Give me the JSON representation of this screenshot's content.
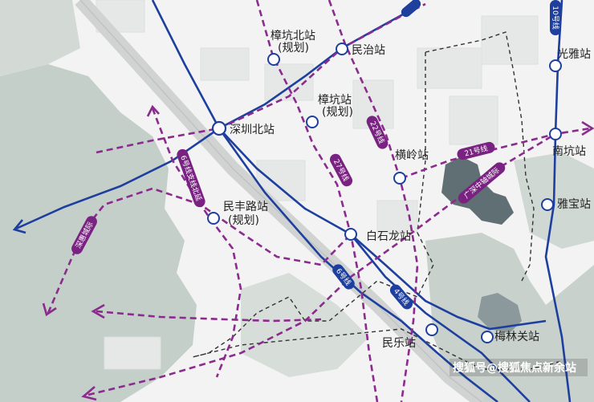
{
  "stations": {
    "zhangkengbei": "樟坑北站",
    "zhangkengbei_note": "(规划)",
    "minzhi": "民治站",
    "guangya": "光雅站",
    "zhangkeng": "樟坑站",
    "zhangkeng_note": "(规划)",
    "shenzhenbei": "深圳北站",
    "hengling": "横岭站",
    "nankeng": "南坑站",
    "minfenglu": "民丰路站",
    "minfenglu_note": "(规划)",
    "yabao": "雅宝站",
    "baishilong": "白石龙站",
    "minle": "民乐站",
    "meilinguan": "梅林关站"
  },
  "lines": {
    "line4": "4号线",
    "line6": "6号线",
    "line10": "10号线",
    "line22": "22号线",
    "line27": "27号线",
    "line21": "21号线",
    "line6_branch": "6号线支线北延",
    "guangshen_axis": "广深中轴城际",
    "shenhui": "深惠城际"
  },
  "watermark": "搜狐号@搜狐焦点新余站",
  "colors": {
    "blue_line": "#1e3f9e",
    "purple_line": "#7a2282",
    "purple_dash": "#8c2b8e",
    "park": "#c9d1cc",
    "water": "#5f6f74"
  }
}
